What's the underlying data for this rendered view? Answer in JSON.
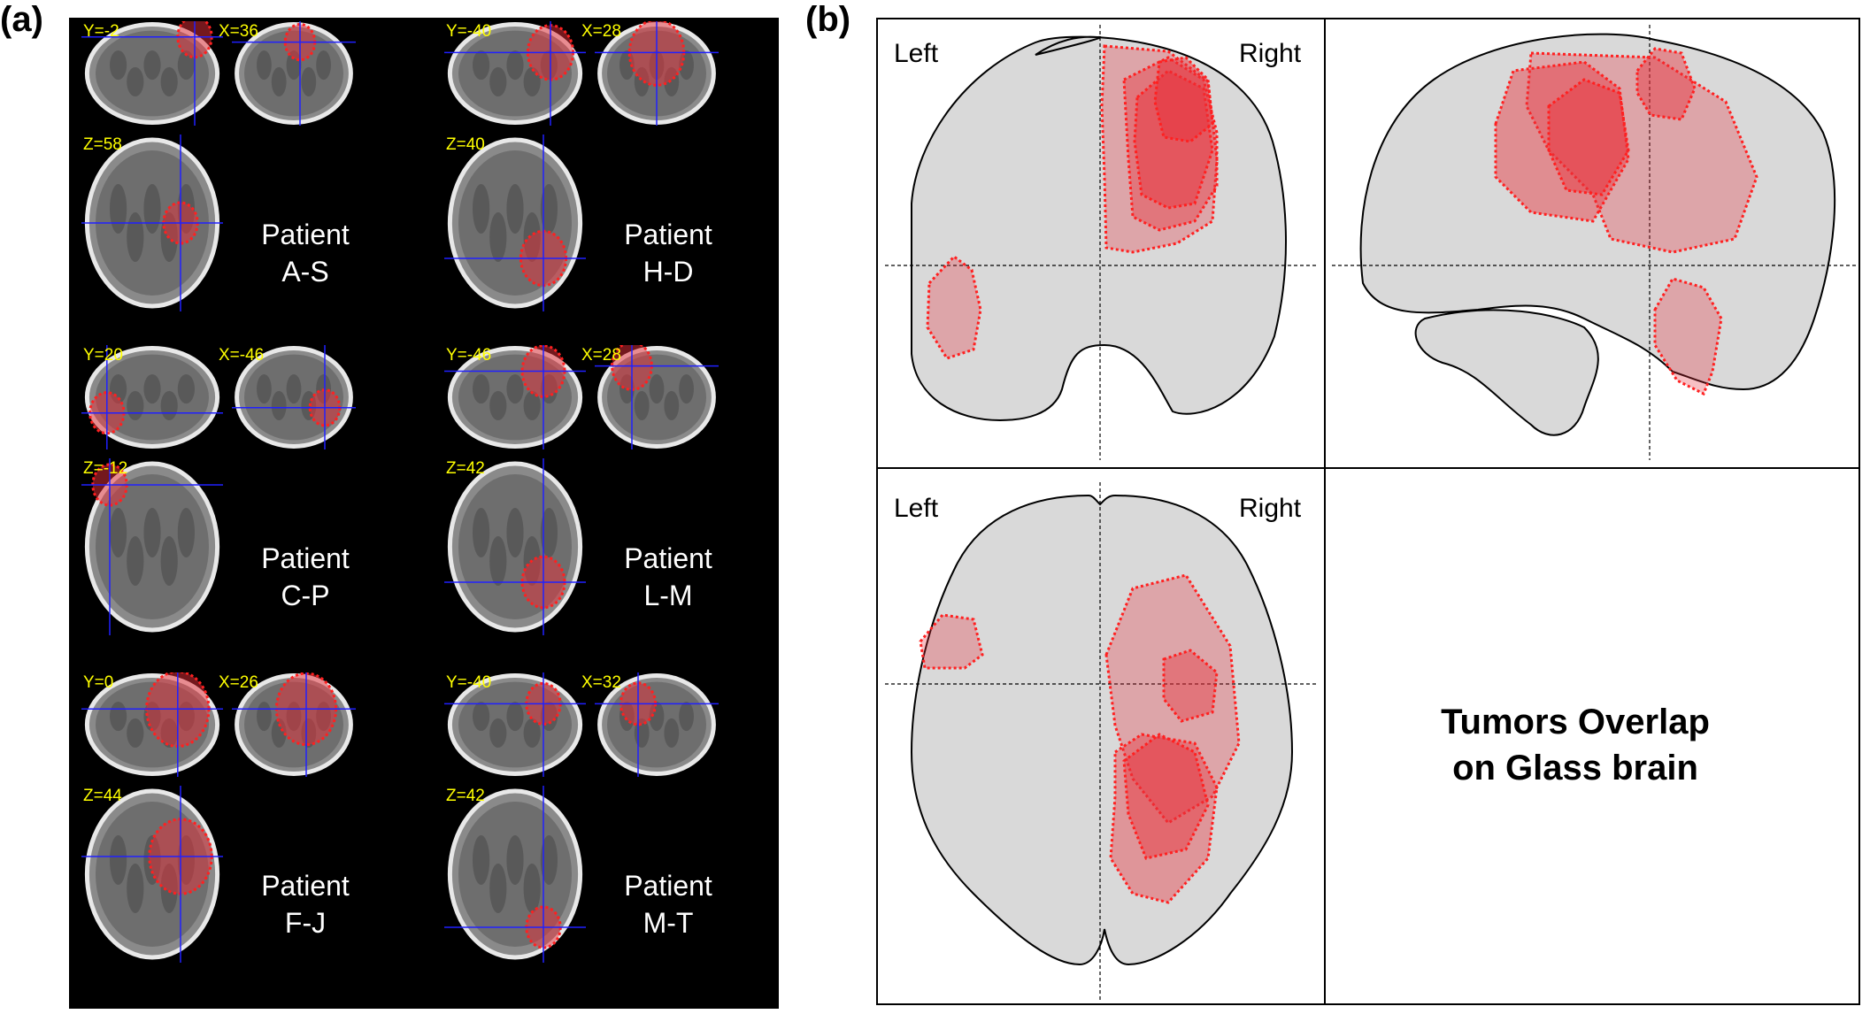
{
  "panel_a": {
    "letter": "(a)",
    "patients": [
      {
        "name_line1": "Patient",
        "name_line2": "A-S",
        "coords": {
          "y": "Y=-2",
          "x": "X=36",
          "z": "Z=58"
        }
      },
      {
        "name_line1": "Patient",
        "name_line2": "H-D",
        "coords": {
          "y": "Y=-40",
          "x": "X=28",
          "z": "Z=40"
        }
      },
      {
        "name_line1": "Patient",
        "name_line2": "C-P",
        "coords": {
          "y": "Y=20",
          "x": "X=-46",
          "z": "Z=-12"
        }
      },
      {
        "name_line1": "Patient",
        "name_line2": "L-M",
        "coords": {
          "y": "Y=-46",
          "x": "X=28",
          "z": "Z=42"
        }
      },
      {
        "name_line1": "Patient",
        "name_line2": "F-J",
        "coords": {
          "y": "Y=0",
          "x": "X=26",
          "z": "Z=44"
        }
      },
      {
        "name_line1": "Patient",
        "name_line2": "M-T",
        "coords": {
          "y": "Y=-40",
          "x": "X=32",
          "z": "Z=42"
        }
      }
    ]
  },
  "panel_b": {
    "letter": "(b)",
    "coronal": {
      "left_label": "Left",
      "right_label": "Right"
    },
    "axial": {
      "left_label": "Left",
      "right_label": "Right"
    },
    "title_line1": "Tumors Overlap",
    "title_line2": "on Glass brain"
  },
  "colors": {
    "tumor_fill": "#e8303a",
    "tumor_outline": "#ff2020",
    "glass_brain": "#d9d9d9",
    "crosshair": "#2020ff",
    "coord_text": "#ffff00"
  }
}
